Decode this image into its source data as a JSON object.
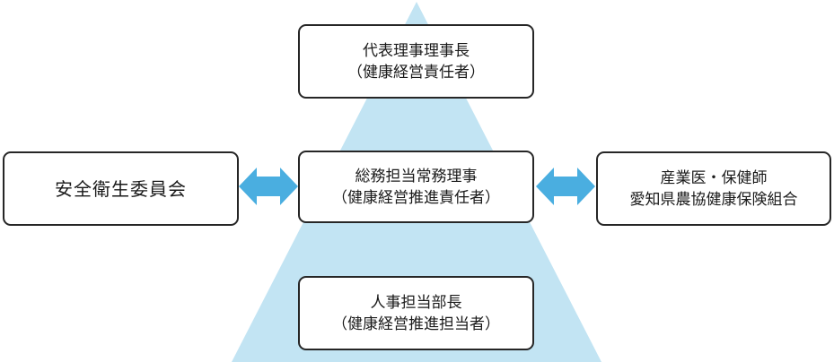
{
  "colors": {
    "pyramid_fill": "#c2e4f3",
    "arrow_fill": "#4aaee0",
    "box_border": "#262626",
    "box_fill": "#ffffff",
    "text": "#1a1a1a"
  },
  "nodes": {
    "top": {
      "line1": "代表理事理事長",
      "line2": "（健康経営責任者）"
    },
    "middle": {
      "line1": "総務担当常務理事",
      "line2": "（健康経営推進責任者）"
    },
    "bottom": {
      "line1": "人事担当部長",
      "line2": "（健康経営推進担当者）"
    },
    "left": {
      "line1": "安全衛生委員会"
    },
    "right": {
      "line1": "産業医・保健師",
      "line2": "愛知県農協健康保険組合"
    }
  },
  "connections": [
    {
      "from": "left",
      "to": "middle",
      "type": "bidirectional-arrow"
    },
    {
      "from": "middle",
      "to": "right",
      "type": "bidirectional-arrow"
    }
  ]
}
